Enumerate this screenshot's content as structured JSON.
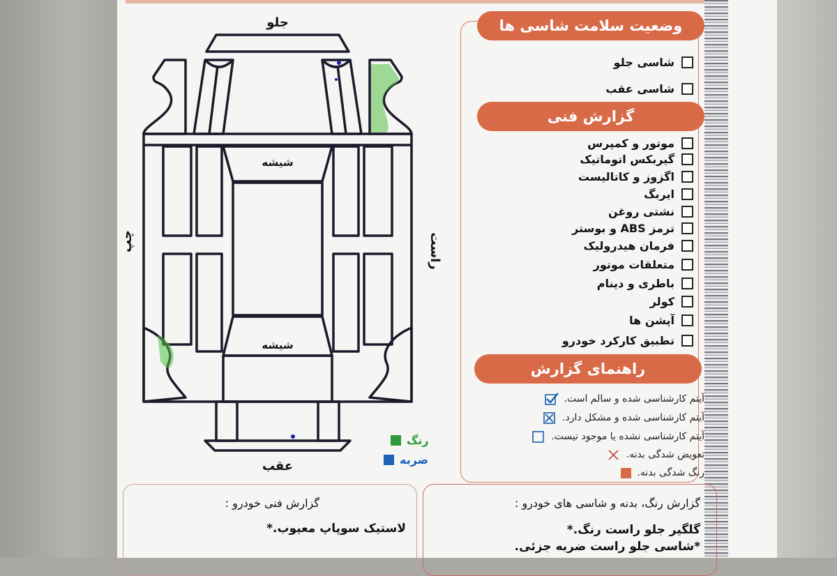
{
  "diagram": {
    "front_label": "جلو",
    "rear_label": "عقب",
    "left_label": "چپ",
    "right_label": "راست",
    "glass_front": "شیشه",
    "glass_rear": "شیشه"
  },
  "color_key": [
    {
      "label": "رنگ",
      "color": "#2e9a3e"
    },
    {
      "label": "ضربه",
      "color": "#1a63b8"
    }
  ],
  "chassis": {
    "title": "وضعیت سلامت شاسی ها",
    "items": [
      "شاسی جلو",
      "شاسی عقب"
    ]
  },
  "technical": {
    "title": "گزارش فنی",
    "items": [
      "موتور و کمپرس",
      "گیربکس اتوماتیک",
      "اگزوز و کاتالیست",
      "ایربگ",
      "نشتی روغن",
      "ترمز ABS و بوستر",
      "فرمان هیدرولیک",
      "متعلقات موتور",
      "باطری و دینام",
      "کولر",
      "آپشن ها",
      "تطبیق کارکرد خودرو"
    ]
  },
  "guide": {
    "title": "راهنمای گزارش",
    "items": [
      "آیتم کارشناسی شده و سالم است.",
      "آیتم کارشناسی شده و مشکل دارد.",
      "آیتم کارشناسی نشده یا موجود نیست.",
      "تعویض شدگی بدنه.",
      "رنگ شدگی بدنه."
    ]
  },
  "bottom_left": {
    "title": "گزارش فنی خودرو :",
    "line1": "لاستیک سوپاپ معیوب.*"
  },
  "bottom_right": {
    "title": "گزارش رنگ، بدنه و شاسی های خودرو :",
    "line1": "گلگیر جلو راست رنگ.*",
    "line2": "*شاسی جلو راست ضربه جزئی."
  },
  "colors": {
    "accent": "#d86a47",
    "paint": "#2e9a3e",
    "impact": "#1a63b8",
    "check": "#1c5fb0"
  }
}
